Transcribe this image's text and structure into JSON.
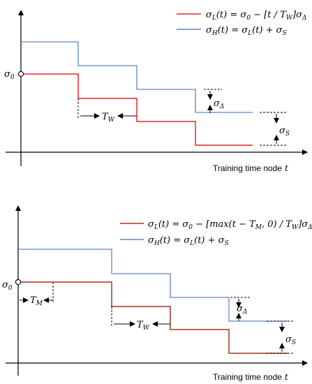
{
  "colors": {
    "low": "#e0262a",
    "high": "#5a86c5",
    "low_bottom": "#a0361f",
    "axis": "#000000"
  },
  "chart_data": [
    {
      "type": "line",
      "xlabel": "Training time node",
      "xlabel_var": "t",
      "origin_label": "σ",
      "origin_sub": "0",
      "window_label": "T",
      "window_sub": "W",
      "delta_label": "σ",
      "delta_sub": "Δ",
      "gap_label": "σ",
      "gap_sub": "S",
      "legend": [
        {
          "pre": "σ",
          "pre_sub": "L",
          "body": "(t) = σ",
          "body_sub": "0",
          "tail": " − [t / T",
          "tail_sub": "W",
          "end": "]σ",
          "end_sub": "Δ"
        },
        {
          "pre": "σ",
          "pre_sub": "H",
          "body": "(t) = σ",
          "body_sub": "L",
          "tail": "(t) + σ",
          "tail_sub": "S",
          "end": "",
          "end_sub": ""
        }
      ],
      "series": [
        {
          "key": "low",
          "steps": [
            [
              0,
              2.8
            ],
            [
              1,
              1.8
            ],
            [
              2,
              0.8
            ],
            [
              3,
              -0.2
            ]
          ]
        },
        {
          "key": "high",
          "steps": [
            [
              0,
              4.2
            ],
            [
              1,
              3.2
            ],
            [
              2,
              2.2
            ],
            [
              3,
              1.2
            ]
          ]
        }
      ]
    },
    {
      "type": "line",
      "xlabel": "Training time node",
      "xlabel_var": "t",
      "origin_label": "σ",
      "origin_sub": "0",
      "offset_label": "T",
      "offset_sub": "M",
      "window_label": "T",
      "window_sub": "W",
      "delta_label": "σ",
      "delta_sub": "Δ",
      "gap_label": "σ",
      "gap_sub": "S",
      "legend": [
        {
          "pre": "σ",
          "pre_sub": "L",
          "body": "(t) = σ",
          "body_sub": "0",
          "tail": " − [max(t − T",
          "tail_sub": "M",
          "end": ", 0) / T",
          "end_sub": "W",
          "final": "]σ",
          "final_sub": "Δ"
        },
        {
          "pre": "σ",
          "pre_sub": "H",
          "body": "(t) = σ",
          "body_sub": "L",
          "tail": "(t) + σ",
          "tail_sub": "S",
          "end": "",
          "end_sub": ""
        }
      ]
    }
  ]
}
